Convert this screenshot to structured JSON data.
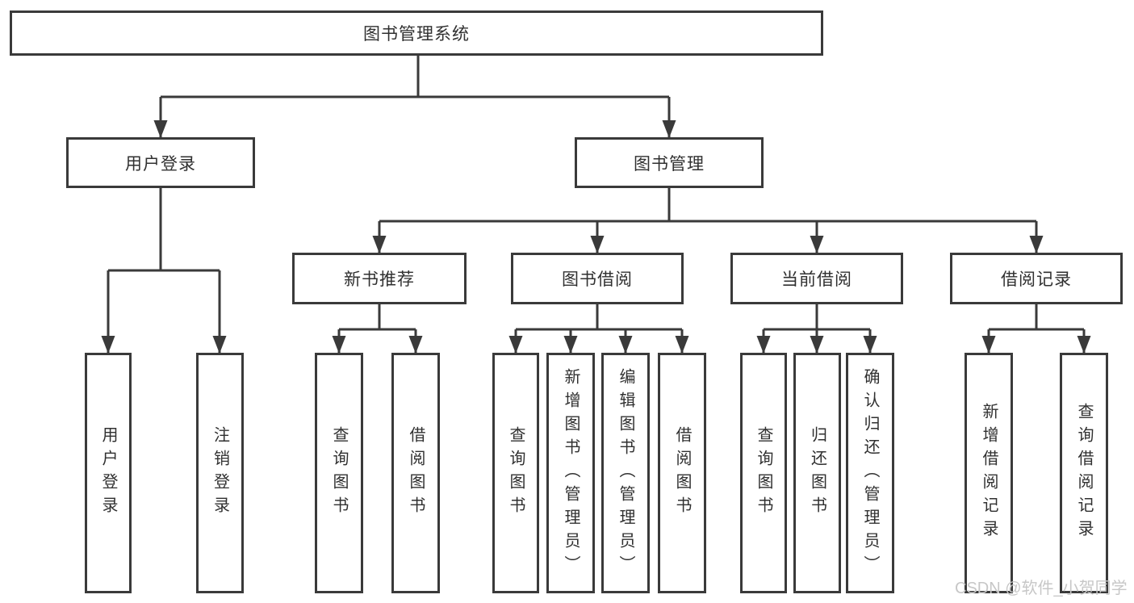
{
  "diagram_title": "图书管理系统",
  "boxes": {
    "root": "图书管理系统",
    "l2_user_login": "用户登录",
    "l2_book_management": "图书管理",
    "l3_new_book_recommend": "新书推荐",
    "l3_book_borrow": "图书借阅",
    "l3_current_borrow": "当前借阅",
    "l3_borrow_records": "借阅记录",
    "l4_user_login": "用户登录",
    "l4_logout": "注销登录",
    "l4_nbr_query_books": "查询图书",
    "l4_nbr_borrow_books": "借阅图书",
    "l4_bb_query_books": "查询图书",
    "l4_bb_add_books": "新增图书（管理员）",
    "l4_bb_edit_books": "编辑图书（管理员）",
    "l4_bb_borrow_books": "借阅图书",
    "l4_cb_query_books": "查询图书",
    "l4_cb_return_books": "归还图书",
    "l4_cb_confirm_return": "确认归还（管理员）",
    "l4_br_add_record": "新增借阅记录",
    "l4_br_query_record": "查询借阅记录"
  },
  "edges": [
    [
      "图书管理系统",
      "用户登录"
    ],
    [
      "图书管理系统",
      "图书管理"
    ],
    [
      "用户登录",
      "用户登录"
    ],
    [
      "用户登录",
      "注销登录"
    ],
    [
      "图书管理",
      "新书推荐"
    ],
    [
      "图书管理",
      "图书借阅"
    ],
    [
      "图书管理",
      "当前借阅"
    ],
    [
      "图书管理",
      "借阅记录"
    ],
    [
      "新书推荐",
      "查询图书"
    ],
    [
      "新书推荐",
      "借阅图书"
    ],
    [
      "图书借阅",
      "查询图书"
    ],
    [
      "图书借阅",
      "新增图书（管理员）"
    ],
    [
      "图书借阅",
      "编辑图书（管理员）"
    ],
    [
      "图书借阅",
      "借阅图书"
    ],
    [
      "当前借阅",
      "查询图书"
    ],
    [
      "当前借阅",
      "归还图书"
    ],
    [
      "当前借阅",
      "确认归还（管理员）"
    ],
    [
      "借阅记录",
      "新增借阅记录"
    ],
    [
      "借阅记录",
      "查询借阅记录"
    ]
  ],
  "watermark": {
    "text": "CSDN @软件_小贺同学"
  },
  "colors": {
    "line": "#3a3a3a",
    "text": "#303030",
    "watermark": "#c7c7c7",
    "background": "#ffffff"
  }
}
